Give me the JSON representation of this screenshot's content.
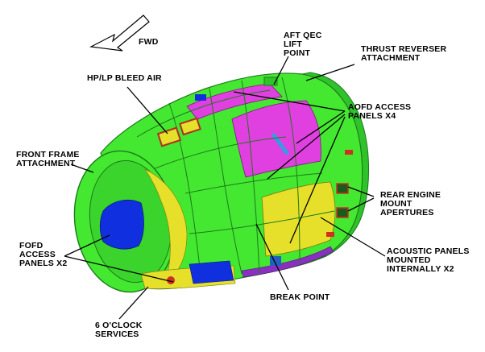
{
  "fwd_arrow": {
    "label": "FWD"
  },
  "labels": {
    "aft_qec": [
      "AFT QEC",
      "LIFT",
      "POINT"
    ],
    "thrust_reverser": [
      "THRUST REVERSER",
      "ATTACHMENT"
    ],
    "hp_lp_bleed": [
      "HP/LP BLEED AIR"
    ],
    "aofd_access": [
      "AOFD ACCESS",
      "PANELS X4"
    ],
    "front_frame": [
      "FRONT FRAME",
      "ATTACHMENT"
    ],
    "rear_engine_mount": [
      "REAR ENGINE",
      "MOUNT",
      "APERTURES"
    ],
    "fofd_access": [
      "FOFD",
      "ACCESS",
      "PANELS X2"
    ],
    "acoustic_panels": [
      "ACOUSTIC PANELS",
      "MOUNTED",
      "INTERNALLY X2"
    ],
    "break_point": [
      "BREAK POINT"
    ],
    "six_oclock": [
      "6 O'CLOCK",
      "SERVICES"
    ]
  },
  "colors": {
    "casing_green": "#44e830",
    "casing_dark": "#1c8a1c",
    "inner_yellow": "#e6e02a",
    "panel_magenta": "#e040e0",
    "panel_blue": "#1030e0",
    "mount_red": "#d03020"
  }
}
